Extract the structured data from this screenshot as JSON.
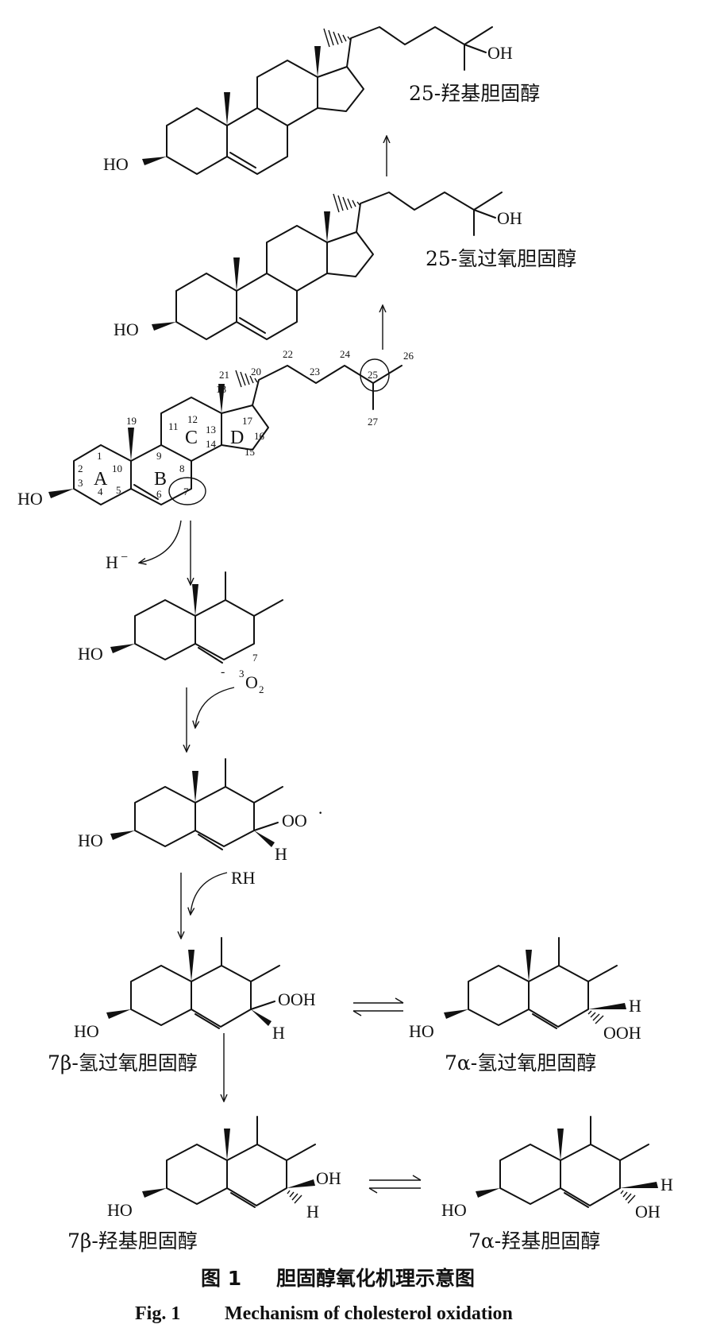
{
  "structures": {
    "hydroxycholesterol_25": {
      "oh_side": "OH",
      "oh_ring": "HO",
      "name": "25-羟基胆固醇"
    },
    "hydroperoxycholesterol_25": {
      "oh_side": "OH",
      "oh_ring": "HO",
      "name": "25-氢过氧胆固醇"
    },
    "cholesterol": {
      "oh_ring": "HO",
      "rings": [
        "A",
        "B",
        "C",
        "D"
      ],
      "numbers": [
        "1",
        "2",
        "3",
        "4",
        "5",
        "6",
        "7",
        "8",
        "9",
        "10",
        "11",
        "12",
        "13",
        "14",
        "15",
        "16",
        "17",
        "18",
        "19",
        "20",
        "21",
        "22",
        "23",
        "24",
        "25",
        "26",
        "27"
      ]
    },
    "hydride": {
      "label": "H",
      "charge": "−"
    },
    "radical": {
      "oh_ring": "HO",
      "pos": "7",
      "minus": "-",
      "o2_sup": "3",
      "o2_main": "O",
      "o2_sub": "2"
    },
    "peroxyl": {
      "oh_ring": "HO",
      "oo": "OO",
      "dot": "·",
      "h": "H",
      "rh": "RH"
    },
    "hp7b": {
      "oh_ring": "HO",
      "ooh": "OOH",
      "h": "H",
      "name": "7β-氢过氧胆固醇"
    },
    "hp7a": {
      "oh_ring": "HO",
      "h": "H",
      "ooh": "OOH",
      "name": "7α-氢过氧胆固醇"
    },
    "oh7b": {
      "oh_ring": "HO",
      "oh": "OH",
      "h": "H",
      "name": "7β-羟基胆固醇"
    },
    "oh7a": {
      "oh_ring": "HO",
      "h": "H",
      "oh": "OH",
      "name": "7α-羟基胆固醇"
    }
  },
  "caption": {
    "zh_label": "图 1",
    "zh_text": "胆固醇氧化机理示意图",
    "en_label": "Fig. 1",
    "en_text": "Mechanism of cholesterol oxidation"
  }
}
